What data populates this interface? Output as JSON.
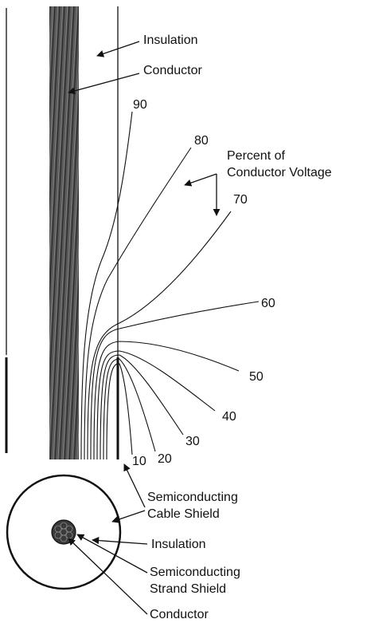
{
  "labels": {
    "insulation_top": "Insulation",
    "conductor_top": "Conductor",
    "percent_line1": "Percent of",
    "percent_line2": "Conductor Voltage",
    "cable_shield_line1": "Semiconducting",
    "cable_shield_line2": "Cable Shield",
    "insulation_bottom": "Insulation",
    "strand_shield_line1": "Semiconducting",
    "strand_shield_line2": "Strand Shield",
    "conductor_bottom": "Conductor"
  },
  "equipotential_percent_labels": [
    "90",
    "80",
    "70",
    "60",
    "50",
    "40",
    "30",
    "20",
    "10"
  ],
  "colors": {
    "ink": "#111111",
    "conductor_dark": "#3a3a3a",
    "conductor_light": "#8c8c8c"
  }
}
